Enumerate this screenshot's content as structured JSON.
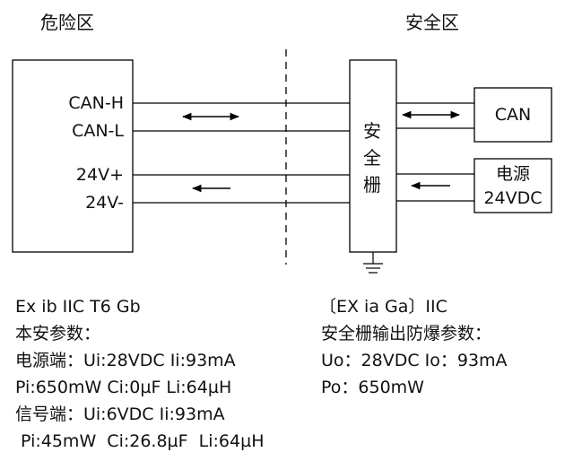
{
  "zones": {
    "hazardous": "危险区",
    "safe": "安全区"
  },
  "field_device": {
    "terminals": [
      "CAN-H",
      "CAN-L",
      "24V+",
      "24V-"
    ]
  },
  "barrier": {
    "label": [
      "安",
      "全",
      "栅"
    ]
  },
  "can_device": {
    "label": "CAN"
  },
  "power_supply": {
    "label_line1": "电源",
    "label_line2": "24VDC"
  },
  "left_spec": {
    "lines": [
      "Ex ib IIC T6 Gb",
      "本安参数：",
      "电源端：Ui:28VDC  Ii:93mA",
      "Pi:650mW  Ci:0µF    Li:64µH",
      "信号端：Ui:6VDC  Ii:93mA",
      " Pi:45mW  Ci:26.8µF  Li:64µH"
    ]
  },
  "right_spec": {
    "lines": [
      "〔EX ia Ga〕IIC",
      "安全栅输出防爆参数：",
      "Uo：28VDC  Io：93mA",
      "Po：650mW"
    ]
  }
}
